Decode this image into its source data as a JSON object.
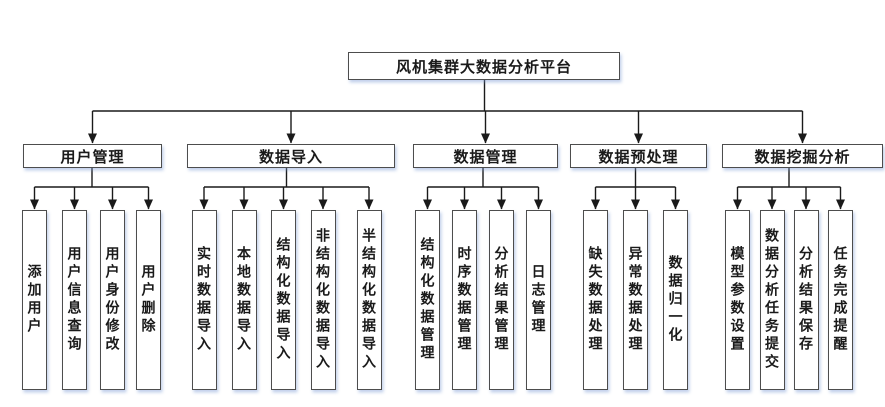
{
  "diagram": {
    "title": "风机集群大数据分析平台",
    "colors": {
      "line": "#1a1a1a",
      "box_border": "#4d4d4d",
      "box_bg": "#ffffff",
      "text": "#1a1a1a",
      "shadow": "#a8c0e8"
    },
    "root": "风机集群大数据分析平台",
    "groups": [
      {
        "label": "用户管理",
        "children": [
          "添加用户",
          "用户信息查询",
          "用户身份修改",
          "用户删除"
        ]
      },
      {
        "label": "数据导入",
        "children": [
          "实时数据导入",
          "本地数据导入",
          "结构化数据导入",
          "非结构化数据导入",
          "半结构化数据导入"
        ]
      },
      {
        "label": "数据管理",
        "children": [
          "结构化数据管理",
          "时序数据管理",
          "分析结果管理",
          "日志管理"
        ]
      },
      {
        "label": "数据预处理",
        "children": [
          "缺失数据处理",
          "异常数据处理",
          "数据归一化"
        ]
      },
      {
        "label": "数据挖掘分析",
        "children": [
          "模型参数设置",
          "数据分析任务提交",
          "分析结果保存",
          "任务完成提醒"
        ]
      }
    ]
  }
}
